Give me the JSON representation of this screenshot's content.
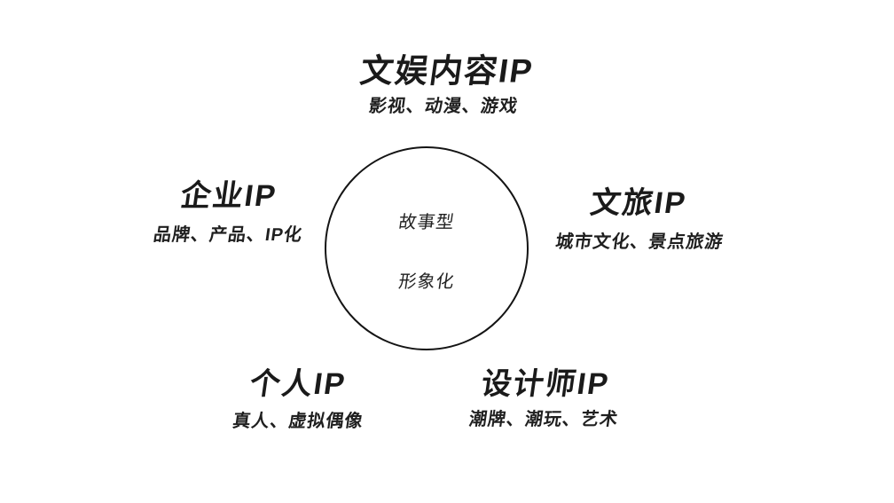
{
  "diagram": {
    "background_color": "#ffffff",
    "text_color": "#1a1a1a",
    "circle": {
      "stroke_color": "#141414",
      "label_story": "故事型",
      "label_visual": "形象化"
    },
    "nodes": [
      {
        "id": "content-ip",
        "position": "top",
        "title": "文娱内容IP",
        "subtitle": "影视、动漫、游戏"
      },
      {
        "id": "enterprise-ip",
        "position": "left",
        "title": "企业IP",
        "subtitle": "品牌、产品、IP化"
      },
      {
        "id": "tourism-ip",
        "position": "right",
        "title": "文旅IP",
        "subtitle": "城市文化、景点旅游"
      },
      {
        "id": "personal-ip",
        "position": "bottom-left",
        "title": "个人IP",
        "subtitle": "真人、虚拟偶像"
      },
      {
        "id": "designer-ip",
        "position": "bottom-right",
        "title": "设计师IP",
        "subtitle": "潮牌、潮玩、艺术"
      }
    ]
  }
}
